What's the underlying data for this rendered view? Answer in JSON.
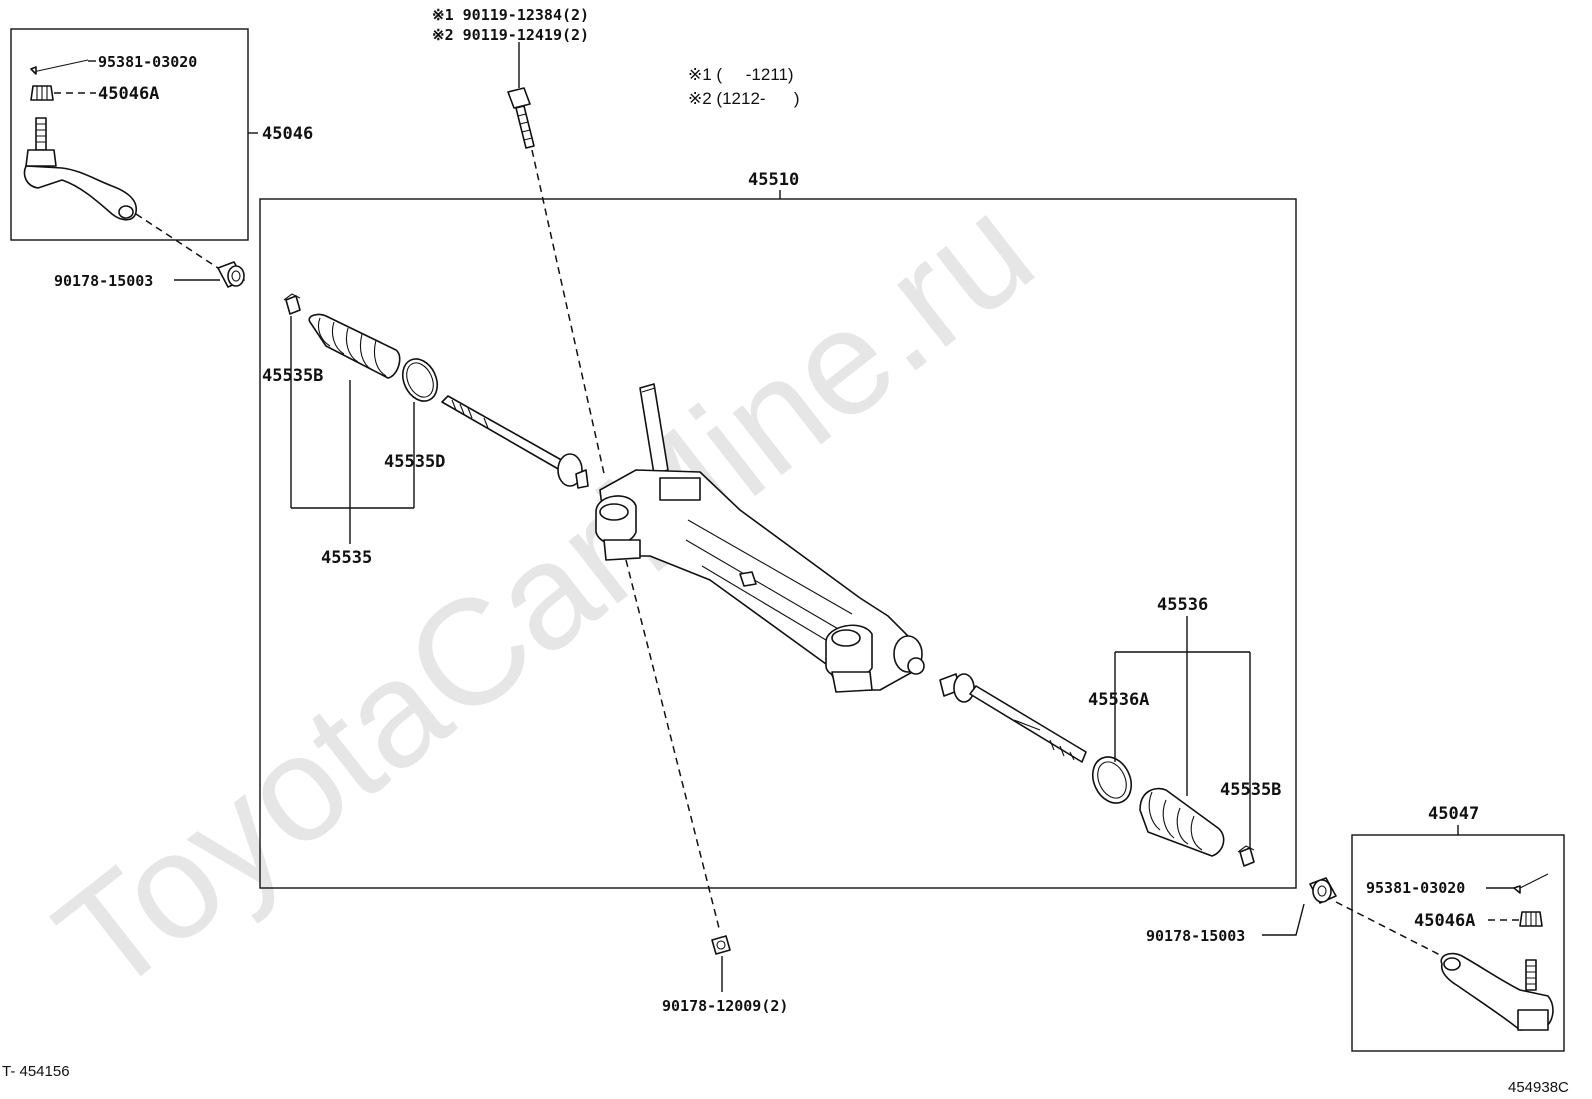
{
  "watermark": "ToyotaCarMine.ru",
  "notes": {
    "bolt_line1": "※1 90119-12384(2)",
    "bolt_line2": "※2 90119-12419(2)",
    "legend_line1": "※1 (     -1211)",
    "legend_line2": "※2 (1212-      )"
  },
  "labels": {
    "cotter_pin_left": "95381-03020",
    "nut_left": "45046A",
    "tie_rod_end_left": "45046",
    "rack_assembly": "45510",
    "bushing_left": "90178-15003",
    "clip_left": "45535B",
    "clamp_left": "45535D",
    "boot_kit_left": "45535",
    "boot_kit_right": "45536",
    "clamp_right": "45536A",
    "clip_right": "45535B",
    "tie_rod_end_right": "45047",
    "cotter_pin_right": "95381-03020",
    "nut_right": "45046A",
    "bushing_right": "90178-15003",
    "nut_bottom": "90178-12009(2)"
  },
  "footer": {
    "left_code": "T- 454156",
    "right_code": "454938C"
  }
}
